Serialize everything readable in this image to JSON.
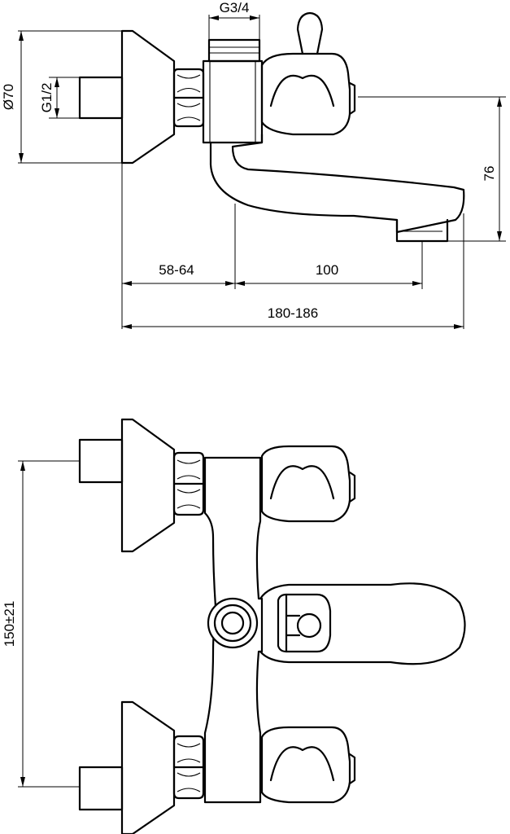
{
  "side_view": {
    "labels": {
      "outlet_thread": "G3/4",
      "inlet_thread": "G1/2",
      "rosette_diameter": "Ø70",
      "spout_height": "76",
      "wall_to_body": "58-64",
      "body_to_spout": "100",
      "overall_projection": "180-186"
    }
  },
  "front_view": {
    "labels": {
      "inlet_centers": "150±21"
    }
  }
}
